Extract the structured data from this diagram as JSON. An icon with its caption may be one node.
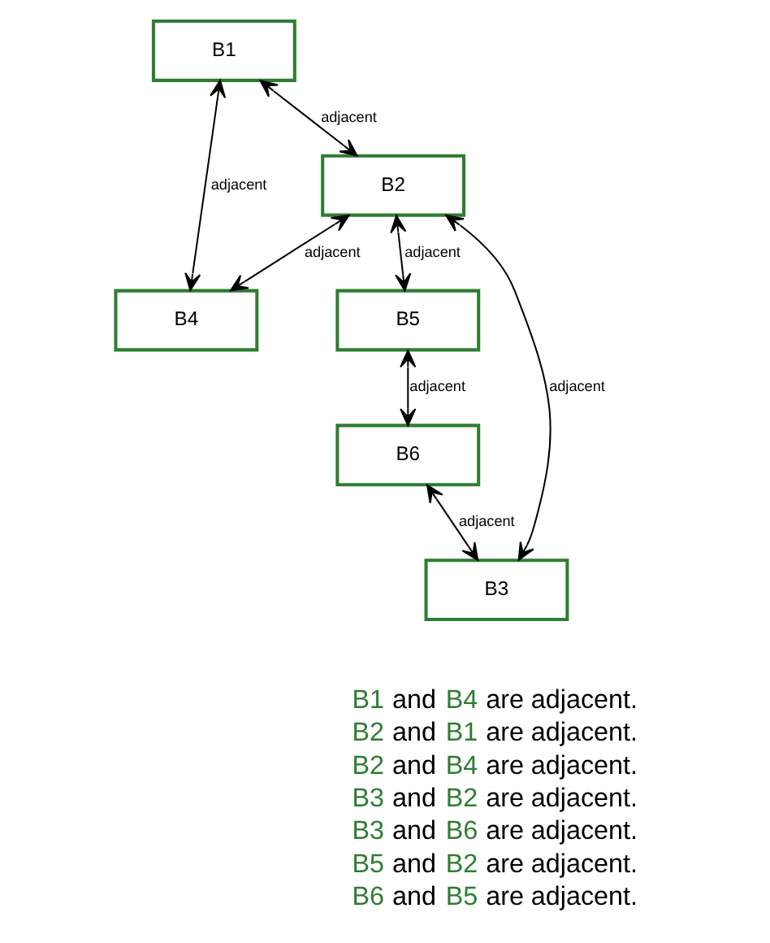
{
  "diagram": {
    "nodes": [
      {
        "text": [
          "B4"
        ]
      },
      {
        "text": [
          "B1"
        ]
      },
      {
        "text": [
          "B5"
        ]
      },
      {
        "text": [
          "B2"
        ]
      },
      {
        "text": [
          "B6"
        ]
      },
      {
        "text": [
          "B3"
        ]
      }
    ],
    "edges": [
      {
        "from": 1,
        "to": 0,
        "arrow": "both",
        "label": "adjacent"
      },
      {
        "from": 1,
        "to": 3,
        "arrow": "both",
        "label": "adjacent"
      },
      {
        "from": 3,
        "to": 0,
        "arrow": "both",
        "label": "adjacent"
      },
      {
        "from": 3,
        "to": 2,
        "arrow": "both",
        "label": "adjacent"
      },
      {
        "from": 2,
        "to": 4,
        "arrow": "both",
        "label": "adjacent"
      },
      {
        "from": 3,
        "to": 5,
        "arrow": "both",
        "label": "adjacent"
      },
      {
        "from": 4,
        "to": 5,
        "arrow": "both",
        "label": "adjacent"
      }
    ],
    "labels": [
      "B1 and B4 are adjacent.",
      "B2 and B1 are adjacent.",
      "B2 and B4 are adjacent.",
      "B3 and B2 are adjacent.",
      "B3 and B6 are adjacent.",
      "B5 and B2 are adjacent.",
      "B6 and B5 are adjacent."
    ]
  }
}
